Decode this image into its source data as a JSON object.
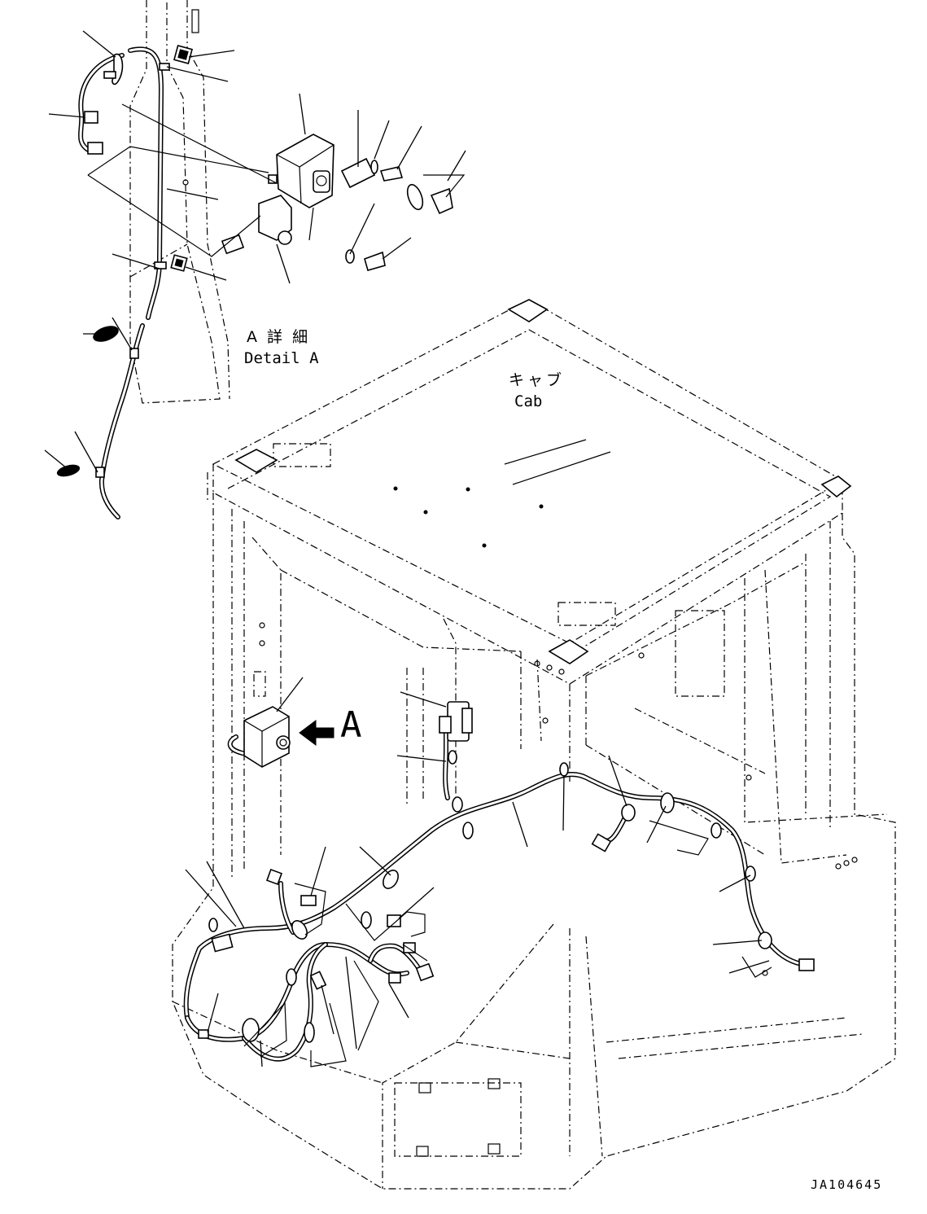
{
  "detail_label": {
    "jp": "A 詳 細",
    "en": "Detail A"
  },
  "cab_label": {
    "jp": "キャブ",
    "en": "Cab"
  },
  "view_arrow_letter": "A",
  "drawing_number": "JA104645"
}
